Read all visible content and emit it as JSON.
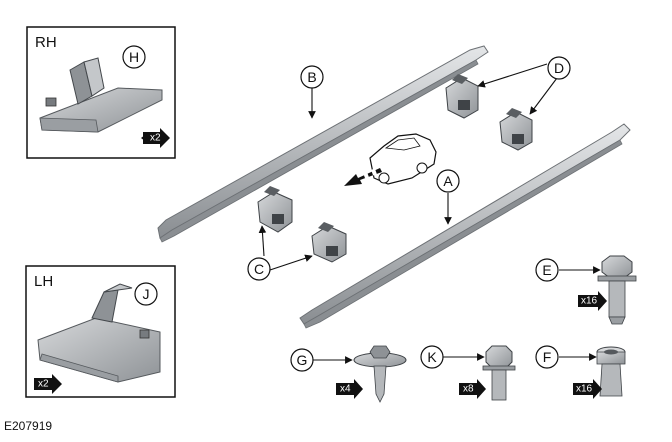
{
  "figure_ref": "E207919",
  "colors": {
    "rail_fill": "#c9cbcd",
    "rail_dark": "#7d8185",
    "part_fill": "#b9bcbf",
    "part_dark": "#55595d",
    "ink": "#111111"
  },
  "panels": {
    "rh": {
      "title": "RH",
      "callout": "H",
      "quantity": "x2"
    },
    "lh": {
      "title": "LH",
      "callout": "J",
      "quantity": "x2"
    }
  },
  "callouts": {
    "a": "A",
    "b": "B",
    "c": "C",
    "d": "D",
    "e": "E",
    "f": "F",
    "g": "G",
    "k": "K"
  },
  "quantities": {
    "e": "x16",
    "g": "x4",
    "k": "x8",
    "f": "x16"
  }
}
